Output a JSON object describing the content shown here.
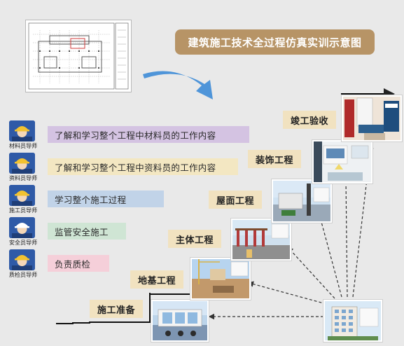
{
  "title": "建筑施工技术全过程仿真实训示意图",
  "roles": [
    {
      "label": "材料员导师",
      "task": "了解和学习整个工程中材料员的工作内容",
      "task_color": "#d4c3e2"
    },
    {
      "label": "资料员导师",
      "task": "了解和学习整个工程中资料员的工作内容",
      "task_color": "#f3e7c2"
    },
    {
      "label": "施工员导师",
      "task": "学习整个施工过程",
      "task_color": "#c1d3e8"
    },
    {
      "label": "安全员导师",
      "task": "监管安全施工",
      "task_color": "#cfe5d4"
    },
    {
      "label": "质检员导师",
      "task": "负责质检",
      "task_color": "#f5cfd9"
    }
  ],
  "stages": [
    "施工准备",
    "地基工程",
    "主体工程",
    "屋面工程",
    "装饰工程",
    "竣工验收"
  ],
  "colors": {
    "title_bg": "#b79466",
    "stage_bg": "#f1e2c0",
    "avatar_bg": "#2f5aa7",
    "arrow_blue": "#4f95d9"
  }
}
